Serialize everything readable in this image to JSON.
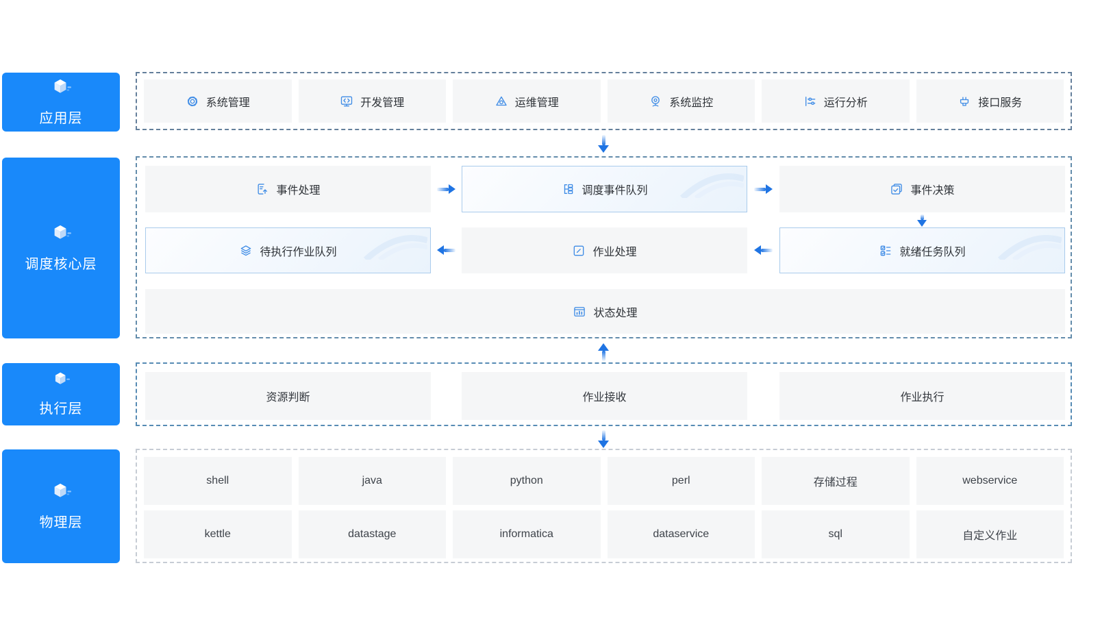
{
  "colors": {
    "accent_blue": "#1989fa",
    "arrow_blue": "#1f74e3",
    "icon_blue": "#3f8ce6",
    "node_gray_bg": "#f5f6f7",
    "highlight_bg": "#eaf3fc",
    "highlight_border": "#a9cbec",
    "dashed_border_app": "#647f9b",
    "dashed_border_core": "#638cab",
    "dashed_border_exec": "#568bb4",
    "dashed_border_physical": "#c6ccd4"
  },
  "sidebar": {
    "layers": [
      {
        "label": "应用层",
        "icon": "cube-icon"
      },
      {
        "label": "调度核心层",
        "icon": "cube-icon"
      },
      {
        "label": "执行层",
        "icon": "cube-icon"
      },
      {
        "label": "物理层",
        "icon": "cube-icon"
      }
    ]
  },
  "application_layer": {
    "items": [
      {
        "label": "系统管理",
        "icon": "gear-icon"
      },
      {
        "label": "开发管理",
        "icon": "dev-monitor-icon"
      },
      {
        "label": "运维管理",
        "icon": "ops-alert-icon"
      },
      {
        "label": "系统监控",
        "icon": "webcam-icon"
      },
      {
        "label": "运行分析",
        "icon": "sliders-icon"
      },
      {
        "label": "接口服务",
        "icon": "plug-icon"
      }
    ]
  },
  "core_layer": {
    "row1": [
      {
        "label": "事件处理",
        "icon": "document-arrow-icon",
        "highlighted": false
      },
      {
        "label": "调度事件队列",
        "icon": "tree-list-icon",
        "highlighted": true
      },
      {
        "label": "事件决策",
        "icon": "stacked-check-icon",
        "highlighted": false
      }
    ],
    "row2": [
      {
        "label": "待执行作业队列",
        "icon": "layers-icon",
        "highlighted": true
      },
      {
        "label": "作业处理",
        "icon": "edit-square-icon",
        "highlighted": false
      },
      {
        "label": "就绪任务队列",
        "icon": "checklist-icon",
        "highlighted": true
      }
    ],
    "row3": [
      {
        "label": "状态处理",
        "icon": "bar-chart-window-icon",
        "highlighted": false
      }
    ]
  },
  "execution_layer": {
    "items": [
      {
        "label": "资源判断"
      },
      {
        "label": "作业接收"
      },
      {
        "label": "作业执行"
      }
    ]
  },
  "physical_layer": {
    "rows": [
      [
        "shell",
        "java",
        "python",
        "perl",
        "存储过程",
        "webservice"
      ],
      [
        "kettle",
        "datastage",
        "informatica",
        "dataservice",
        "sql",
        "自定义作业"
      ]
    ]
  }
}
